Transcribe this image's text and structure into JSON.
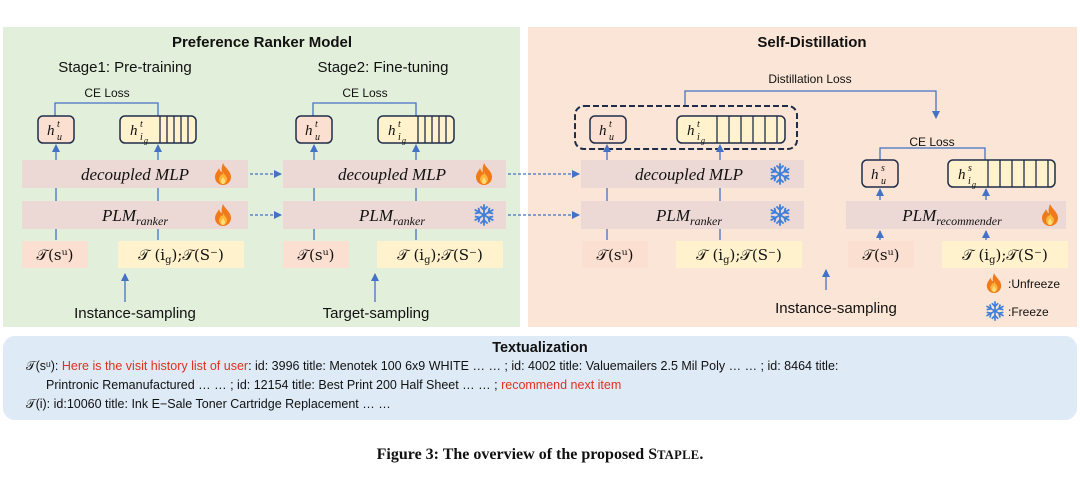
{
  "ranker_panel": {
    "title": "Preference Ranker Model",
    "stage1": "Stage1: Pre-training",
    "stage2": "Stage2: Fine-tuning",
    "ce_loss": "CE Loss",
    "instance_sampling": "Instance-sampling",
    "target_sampling": "Target-sampling"
  },
  "distill_panel": {
    "title": "Self-Distillation",
    "distillation_loss": "Distillation Loss",
    "ce_loss": "CE Loss",
    "instance_sampling": "Instance-sampling"
  },
  "modules": {
    "decoupled_mlp": "decoupled MLP",
    "plm": "PLM",
    "ranker_sub": "ranker",
    "recommender_sub": "recommender"
  },
  "symbols": {
    "h": "h",
    "sub_u": "u",
    "sub_ig": "i",
    "sub_g": "g",
    "sup_t": "t",
    "sup_s": "s",
    "T_su": "𝒯(sᵘ)",
    "T_ig": "𝒯 (i",
    "T_ig_close": ");𝒯(S⁻)"
  },
  "legend": {
    "unfreeze": ":Unfreeze",
    "freeze": ":Freeze"
  },
  "colors": {
    "ranker_bg": "#e2efda",
    "distill_bg": "#fbe5d6",
    "text_bg": "#deebf7",
    "module_bg": "#ecd9d6",
    "input_pink": "#fbe0d2",
    "input_yellow": "#fff2cc",
    "arrow_blue": "#4472c4",
    "frozen_blue": "#3d7ed8",
    "flame": "#f07a1a"
  },
  "textualization": {
    "title": "Textualization",
    "line1_prefix": "𝒯(sᵘ): ",
    "line1_red": "Here is the visit history list of user",
    "line1_rest": ": id:  3996 title:  Menotek  100 6x9 WHITE  … … ; id:  4002 title:  Valuemailers 2.5 Mil Poly  … … ;  id:  8464 title:",
    "line2_rest": "Printronic Remanufactured  … … ; id:  12154 title:  Best Print 200 Half Sheet  … … ; ",
    "line2_red": "recommend next item",
    "line3": "𝒯(i): id:10060 title: Ink E−Sale Toner Cartridge Replacement … …"
  },
  "caption": {
    "prefix": "Figure 3: The overview of the proposed ",
    "name_cap": "S",
    "name_rest": "TAPLE",
    "suffix": "."
  }
}
